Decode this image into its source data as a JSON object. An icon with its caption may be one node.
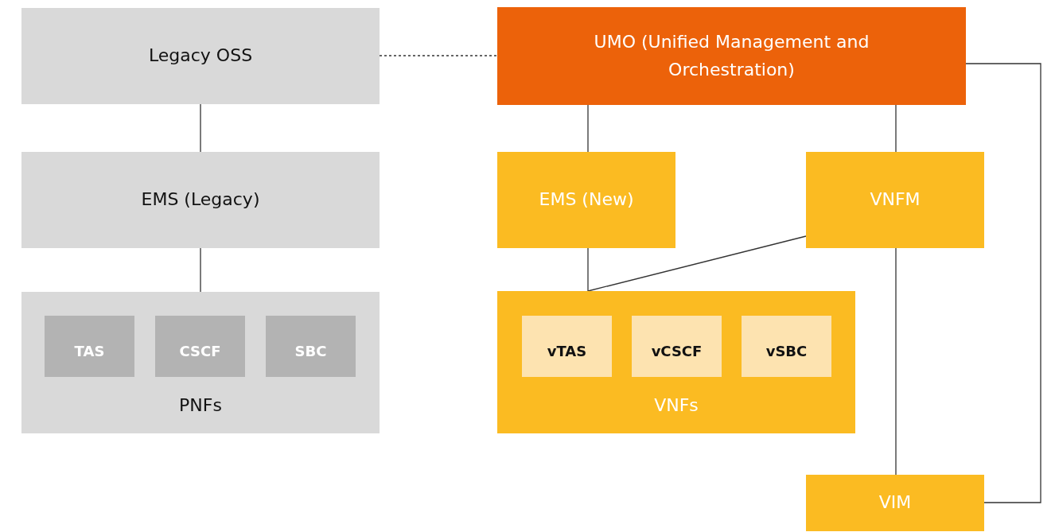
{
  "diagram": {
    "nodes": [
      {
        "text": [
          "Legacy OSS"
        ]
      },
      {
        "text": [
          "EMS (Legacy)"
        ]
      },
      {
        "text": [
          "PNFs"
        ]
      },
      {
        "text": [
          "TAS"
        ],
        "in": 2
      },
      {
        "text": [
          "CSCF"
        ],
        "in": 2
      },
      {
        "text": [
          "SBC"
        ],
        "in": 2
      },
      {
        "text": [
          "UMO (Unified Management and Orchestration)"
        ]
      },
      {
        "text": [
          "EMS (New)"
        ]
      },
      {
        "text": [
          "VNFM"
        ]
      },
      {
        "text": [
          "VNFs"
        ]
      },
      {
        "text": [
          "vTAS"
        ],
        "in": 9
      },
      {
        "text": [
          "vCSCF"
        ],
        "in": 9
      },
      {
        "text": [
          "vSBC"
        ],
        "in": 9
      },
      {
        "text": [
          "VIM"
        ]
      }
    ],
    "edges": [
      {
        "from": 0,
        "to": 1,
        "arrow": "none"
      },
      {
        "from": 1,
        "to": 2,
        "arrow": "none"
      },
      {
        "from": 0,
        "to": 6,
        "arrow": "none",
        "style": "dashed"
      },
      {
        "from": 6,
        "to": 7,
        "arrow": "none"
      },
      {
        "from": 6,
        "to": 8,
        "arrow": "none"
      },
      {
        "from": 7,
        "to": 9,
        "arrow": "none"
      },
      {
        "from": 8,
        "to": 9,
        "arrow": "none"
      },
      {
        "from": 8,
        "to": 13,
        "arrow": "none"
      },
      {
        "from": 6,
        "to": 13,
        "arrow": "none"
      }
    ]
  }
}
